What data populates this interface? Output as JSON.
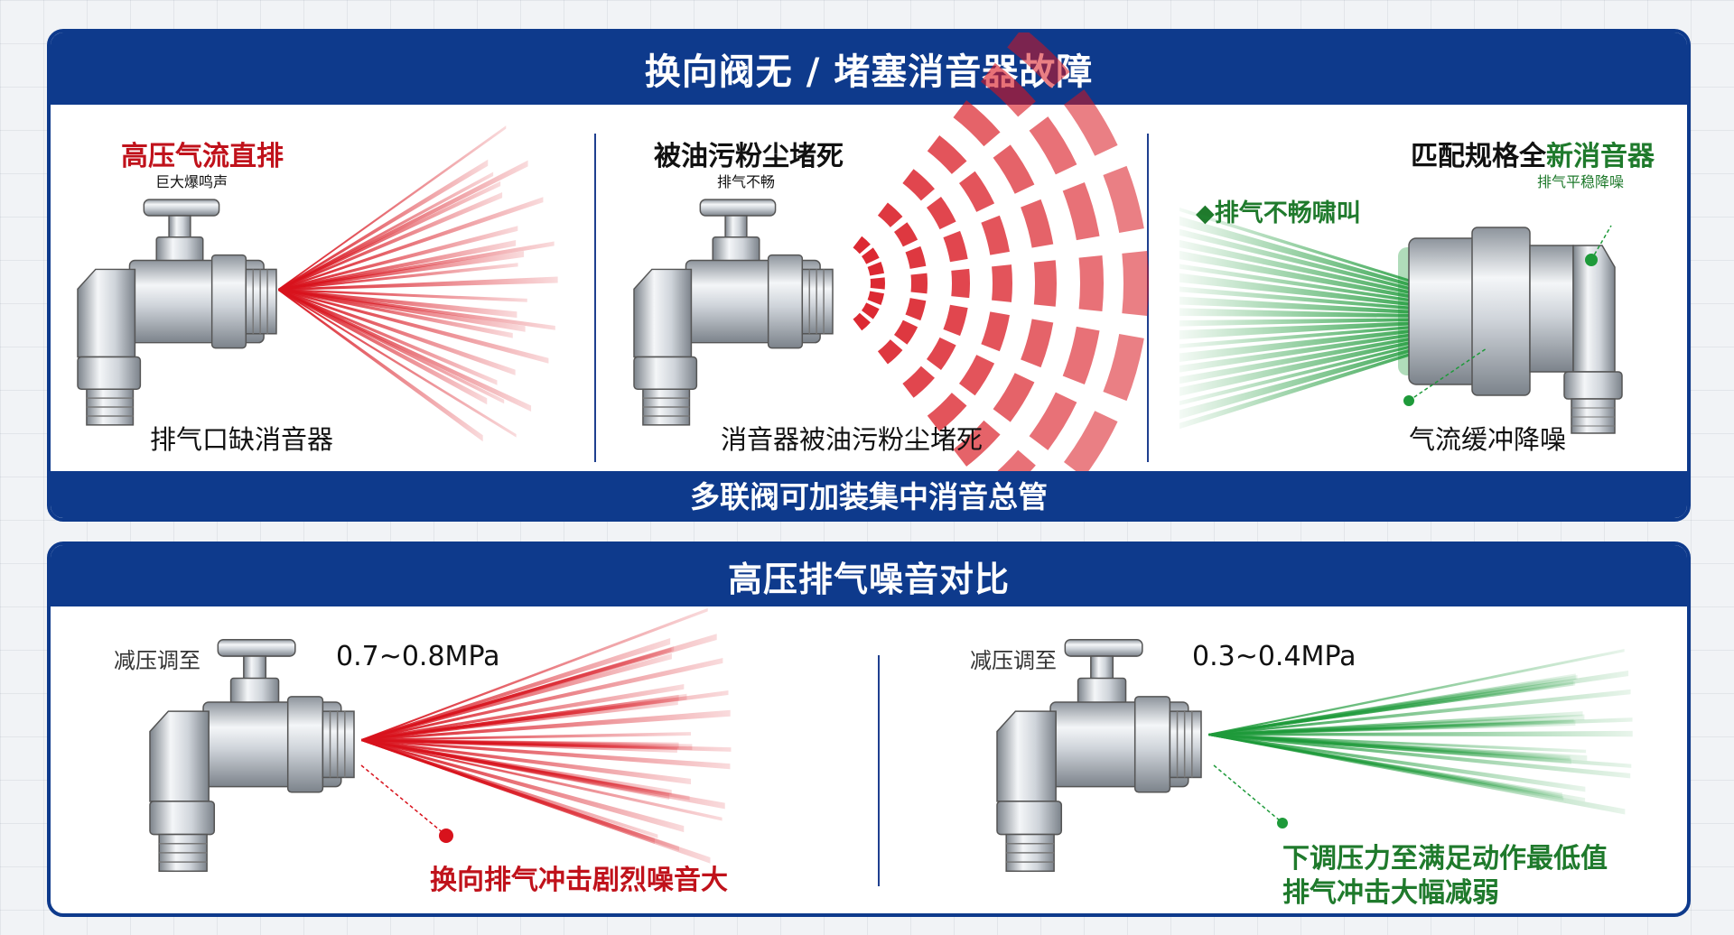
{
  "colors": {
    "brand_blue": "#0e3a8c",
    "alert_red": "#d8121c",
    "ok_green": "#1e9a3a",
    "metal": "#c9ced4"
  },
  "top_panel": {
    "title": "换向阀无 / 堵塞消音器故障",
    "col1": {
      "heading": "高压气流直排",
      "subheading": "巨大爆鸣声",
      "caption": "排气口缺消音器"
    },
    "col2": {
      "heading": "被油污粉尘堵死",
      "subheading": "排气不畅",
      "caption": "消音器被油污粉尘堵死"
    },
    "col3": {
      "heading_dark": "匹配规格全",
      "heading_green": "新消音器",
      "subheading": "排气平稳降噪",
      "side_label": "◆排气不畅啸叫",
      "caption": "气流缓冲降噪"
    },
    "footer": "多联阀可加装集中消音总管"
  },
  "bottom_panel": {
    "title": "高压排气噪音对比",
    "left": {
      "label": "减压调至",
      "pressure": "0.7~0.8MPa",
      "caption": "换向排气冲击剧烈噪音大"
    },
    "right": {
      "label": "减压调至",
      "pressure": "0.3~0.4MPa",
      "caption_line1": "下调压力至满足动作最低值",
      "caption_line2": "排气冲击大幅减弱"
    }
  },
  "icons": [
    "valve-icon",
    "red-burst-icon",
    "red-sound-wave-icon",
    "green-airflow-icon",
    "silencer-icon",
    "green-dot-icon",
    "red-dot-icon"
  ]
}
